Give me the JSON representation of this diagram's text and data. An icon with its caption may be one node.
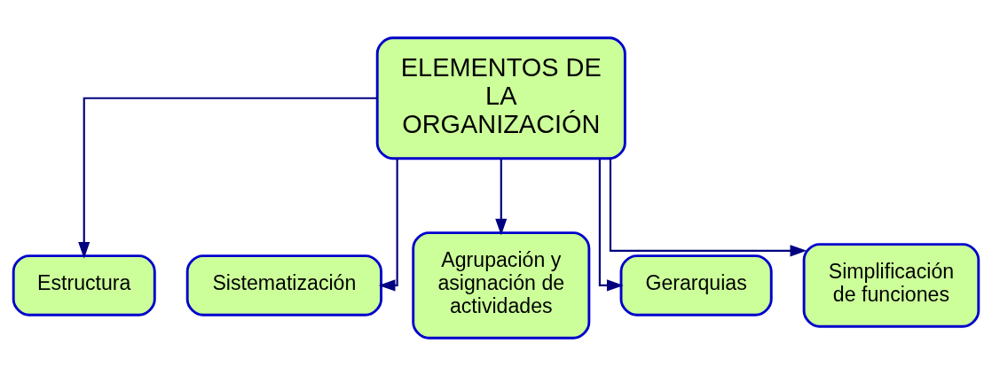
{
  "diagram": {
    "nodes": [
      {
        "text": [
          "ELEMENTOS DE LA ORGANIZACIÓN"
        ]
      },
      {
        "text": [
          "Estructura"
        ]
      },
      {
        "text": [
          "Sistematización"
        ]
      },
      {
        "text": [
          "Agrupación y asignación de actividades"
        ]
      },
      {
        "text": [
          "Gerarquias"
        ]
      },
      {
        "text": [
          "Simplificación de funciones"
        ]
      }
    ],
    "edges": [
      {
        "from": 0,
        "to": 1,
        "arrow": "to"
      },
      {
        "from": 0,
        "to": 2,
        "arrow": "to"
      },
      {
        "from": 0,
        "to": 3,
        "arrow": "to"
      },
      {
        "from": 0,
        "to": 4,
        "arrow": "to"
      },
      {
        "from": 0,
        "to": 5,
        "arrow": "to"
      }
    ]
  }
}
